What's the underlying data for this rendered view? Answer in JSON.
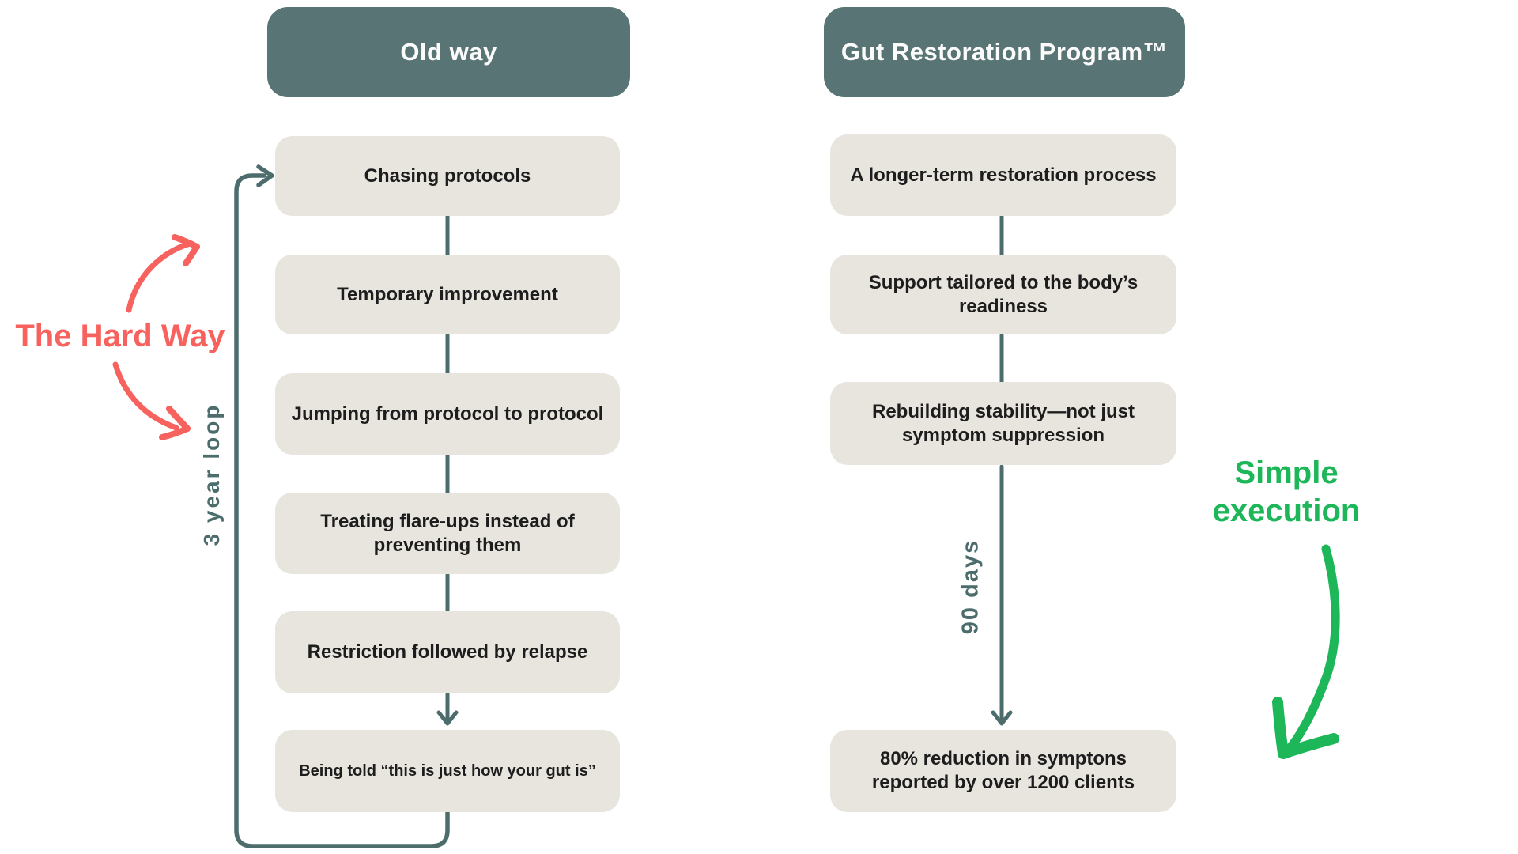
{
  "colors": {
    "header_bg": "#587474",
    "header_text": "#fbfbfb",
    "box_bg": "#e8e5df",
    "box_text": "#1d1d1d",
    "flow_line": "#4d6d6d",
    "hard_way_red": "#f8625e",
    "simple_green": "#1db75a"
  },
  "left_column": {
    "header": "Old way",
    "steps": [
      "Chasing protocols",
      "Temporary improvement",
      "Jumping from protocol to protocol",
      "Treating flare-ups instead of\npreventing them",
      "Restriction followed by relapse",
      "Being told “this is just how your gut is”"
    ],
    "loop_label": "3 year loop"
  },
  "right_column": {
    "header": "Gut Restoration Program™",
    "steps": [
      "A longer-term restoration process",
      "Support tailored to the body’s\nreadiness",
      "Rebuilding stability—not just\nsymptom suppression",
      "80% reduction in symptons\nreported by over 1200 clients"
    ],
    "duration_label": "90 days"
  },
  "annotations": {
    "hard_way": "The Hard Way",
    "simple_execution": "Simple\nexecution"
  },
  "icons": {
    "loop_arrow": "cycle-loop-arrow",
    "flow_arrowhead_left": "arrowhead-down",
    "flow_arrowhead_right": "arrowhead-down",
    "hard_way_arrow_up": "hand-drawn-curved-arrow-up-right",
    "hard_way_arrow_down": "hand-drawn-curved-arrow-down-right",
    "simple_execution_arrow": "hand-drawn-curved-arrow-down"
  }
}
